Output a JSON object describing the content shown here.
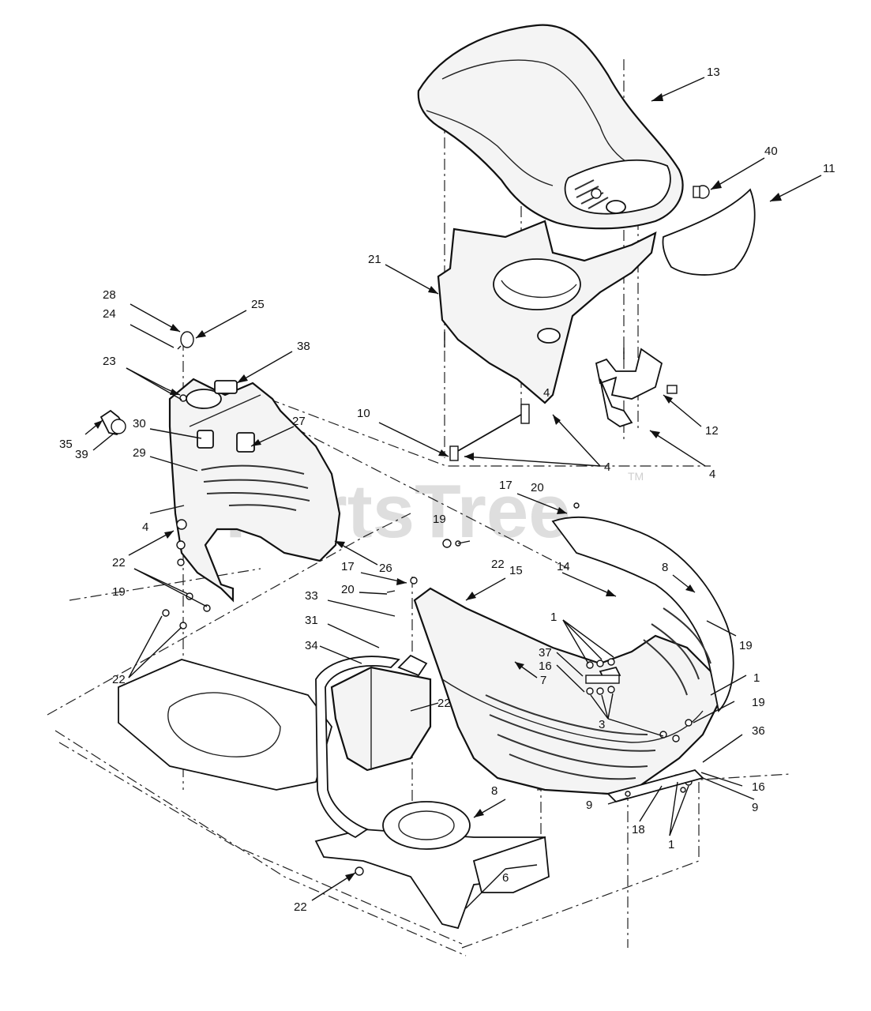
{
  "watermark": {
    "text": "PartsTree",
    "tm": "TM"
  },
  "callouts": [
    {
      "id": "c13a",
      "label": "13"
    },
    {
      "id": "c40",
      "label": "40"
    },
    {
      "id": "c11",
      "label": "11"
    },
    {
      "id": "c21",
      "label": "21"
    },
    {
      "id": "c28",
      "label": "28"
    },
    {
      "id": "c24",
      "label": "24"
    },
    {
      "id": "c25",
      "label": "25"
    },
    {
      "id": "c38",
      "label": "38"
    },
    {
      "id": "c23",
      "label": "23"
    },
    {
      "id": "c27",
      "label": "27"
    },
    {
      "id": "c30",
      "label": "30"
    },
    {
      "id": "c29",
      "label": "29"
    },
    {
      "id": "c35",
      "label": "35"
    },
    {
      "id": "c39",
      "label": "39"
    },
    {
      "id": "c10",
      "label": "10"
    },
    {
      "id": "c4a",
      "label": "4"
    },
    {
      "id": "c4b",
      "label": "4"
    },
    {
      "id": "c12",
      "label": "12"
    },
    {
      "id": "c4c",
      "label": "4"
    },
    {
      "id": "c17a",
      "label": "17"
    },
    {
      "id": "c20a",
      "label": "20"
    },
    {
      "id": "c4d",
      "label": "4"
    },
    {
      "id": "c19a",
      "label": "19"
    },
    {
      "id": "c22a",
      "label": "22"
    },
    {
      "id": "c22b",
      "label": "22"
    },
    {
      "id": "c26",
      "label": "26"
    },
    {
      "id": "c14",
      "label": "14"
    },
    {
      "id": "c8a",
      "label": "8"
    },
    {
      "id": "c19b",
      "label": "19"
    },
    {
      "id": "c17b",
      "label": "17"
    },
    {
      "id": "c20b",
      "label": "20"
    },
    {
      "id": "c15",
      "label": "15"
    },
    {
      "id": "c19c",
      "label": "19"
    },
    {
      "id": "c33",
      "label": "33"
    },
    {
      "id": "c31",
      "label": "31"
    },
    {
      "id": "c1a",
      "label": "1"
    },
    {
      "id": "c37",
      "label": "37"
    },
    {
      "id": "c16a",
      "label": "16"
    },
    {
      "id": "c7",
      "label": "7"
    },
    {
      "id": "c22c",
      "label": "22"
    },
    {
      "id": "c34",
      "label": "34"
    },
    {
      "id": "c22d",
      "label": "22"
    },
    {
      "id": "c1b",
      "label": "1"
    },
    {
      "id": "c19d",
      "label": "19"
    },
    {
      "id": "c3",
      "label": "3"
    },
    {
      "id": "c36",
      "label": "36"
    },
    {
      "id": "c16b",
      "label": "16"
    },
    {
      "id": "c9a",
      "label": "9"
    },
    {
      "id": "c9b",
      "label": "9"
    },
    {
      "id": "c8b",
      "label": "8"
    },
    {
      "id": "c18",
      "label": "18"
    },
    {
      "id": "c1c",
      "label": "1"
    },
    {
      "id": "c6",
      "label": "6"
    },
    {
      "id": "c22e",
      "label": "22"
    }
  ]
}
